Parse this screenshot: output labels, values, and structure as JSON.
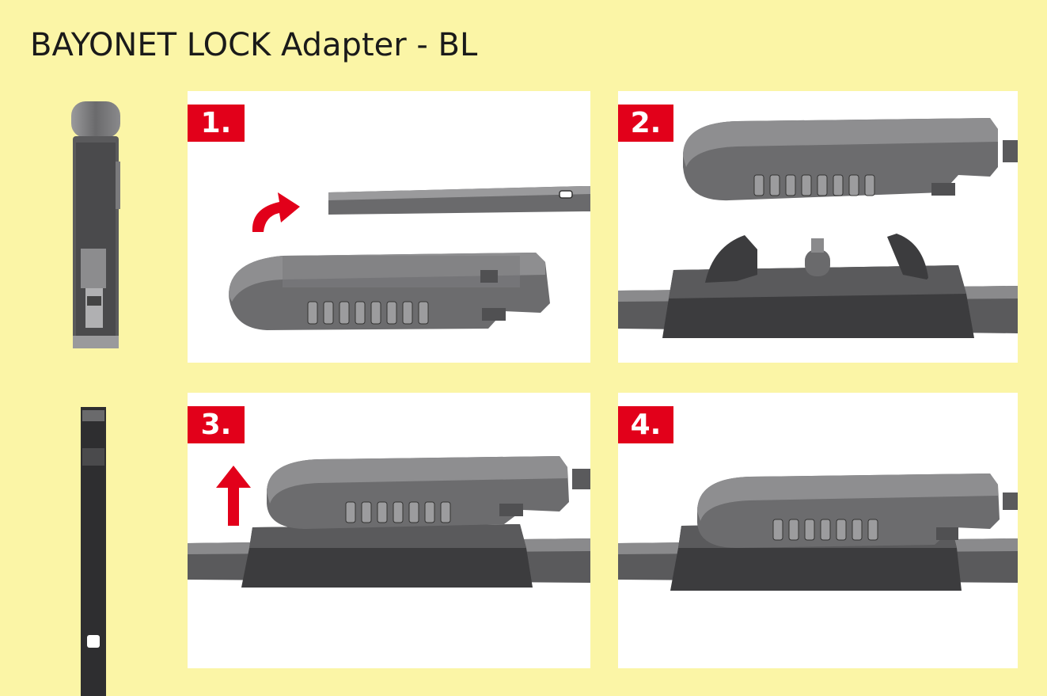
{
  "title": "BAYONET LOCK Adapter - BL",
  "steps": [
    {
      "number": "1."
    },
    {
      "number": "2."
    },
    {
      "number": "3."
    },
    {
      "number": "4."
    }
  ],
  "colors": {
    "background": "#fbf5a6",
    "badge": "#e2001a",
    "arrow": "#e2001a",
    "panel": "#ffffff",
    "metal": "#6e6e70",
    "rubber": "#3c3c3e"
  },
  "icons": {
    "step1_arrow": "curved-arrow-icon",
    "step3_arrow": "up-arrow-icon"
  }
}
